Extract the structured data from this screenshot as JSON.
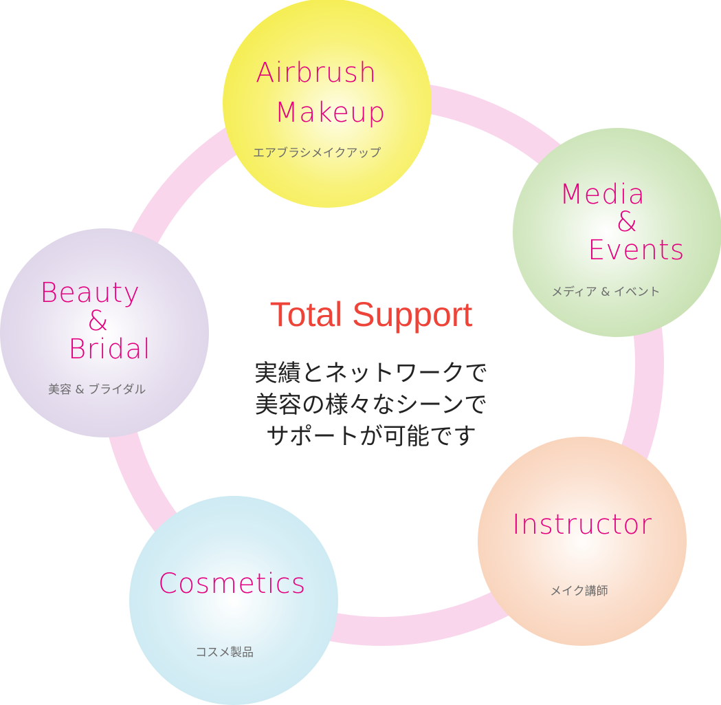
{
  "colors": {
    "ring": "#f9d6ec",
    "english_label": "#e4007f",
    "japanese_label": "#6b6b6b",
    "title": "#ed4338",
    "body_text": "#222222"
  },
  "center": {
    "title": "Total Support",
    "lines": [
      "実績とネットワークで",
      "美容の様々なシーンで",
      "サポートが可能です"
    ]
  },
  "bubbles": [
    {
      "id": "airbrush",
      "en_lines": [
        "Airbrush",
        "  Makeup"
      ],
      "ja": "エアブラシメイクアップ",
      "color": "#f3ea2e"
    },
    {
      "id": "media",
      "en_lines": [
        "Media",
        "      &",
        "   Events"
      ],
      "ja": "メディア & イベント",
      "color": "#b8d89d"
    },
    {
      "id": "beauty",
      "en_lines": [
        "Beauty",
        "     &",
        "   Bridal"
      ],
      "ja": "美容 & ブライダル",
      "color": "#d5cae3"
    },
    {
      "id": "instructor",
      "en_lines": [
        "Instructor"
      ],
      "ja": "メイク講師",
      "color": "#f6c7a8"
    },
    {
      "id": "cosmetics",
      "en_lines": [
        "Cosmetics"
      ],
      "ja": "コスメ製品",
      "color": "#c2e5ef"
    }
  ]
}
